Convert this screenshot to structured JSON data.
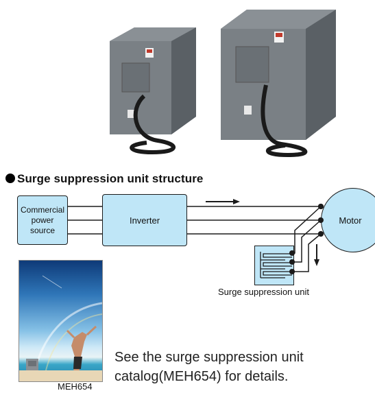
{
  "heading": "Surge suppression unit structure",
  "diagram": {
    "source_label": "Commercial power source",
    "source_lines": [
      "Commercial",
      "power",
      "source"
    ],
    "inverter_label": "Inverter",
    "motor_label": "Motor",
    "unit_label": "Surge suppression unit"
  },
  "catalog": {
    "code": "MEH654",
    "note_line1": "See the surge suppression unit",
    "note_line2": "catalog(MEH654) for details."
  },
  "colors": {
    "box_fill": "#bfe6f7",
    "device_body": "#6d7378"
  }
}
